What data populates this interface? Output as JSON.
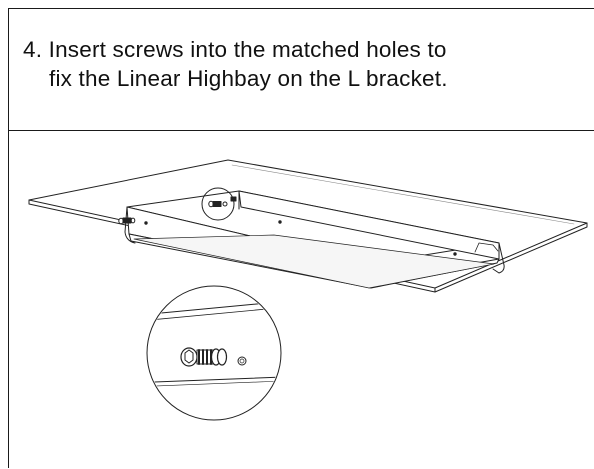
{
  "instruction": {
    "line1": "4. Insert screws into the matched holes to",
    "line2": "fix the Linear Highbay on the L bracket."
  },
  "illustration": {
    "subject": "linear-highbay-on-l-bracket",
    "detail_callout": "screw-detail-magnified"
  }
}
